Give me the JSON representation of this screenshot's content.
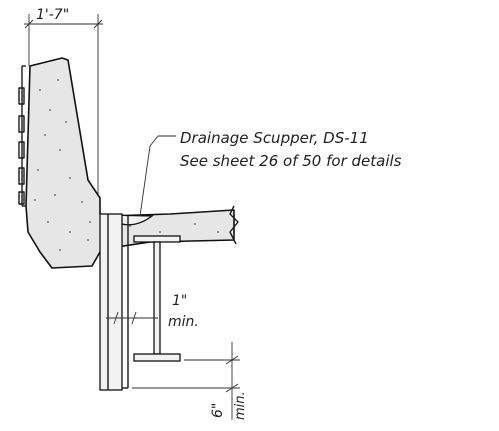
{
  "dimensions": {
    "barrier_width": "1'-7\"",
    "clearance": "1\"",
    "clearance_note": "min.",
    "extension": "6\"",
    "extension_note": "min."
  },
  "callout": {
    "line1": "Drainage Scupper, DS-11",
    "line2": "See sheet 26 of 50 for details"
  }
}
